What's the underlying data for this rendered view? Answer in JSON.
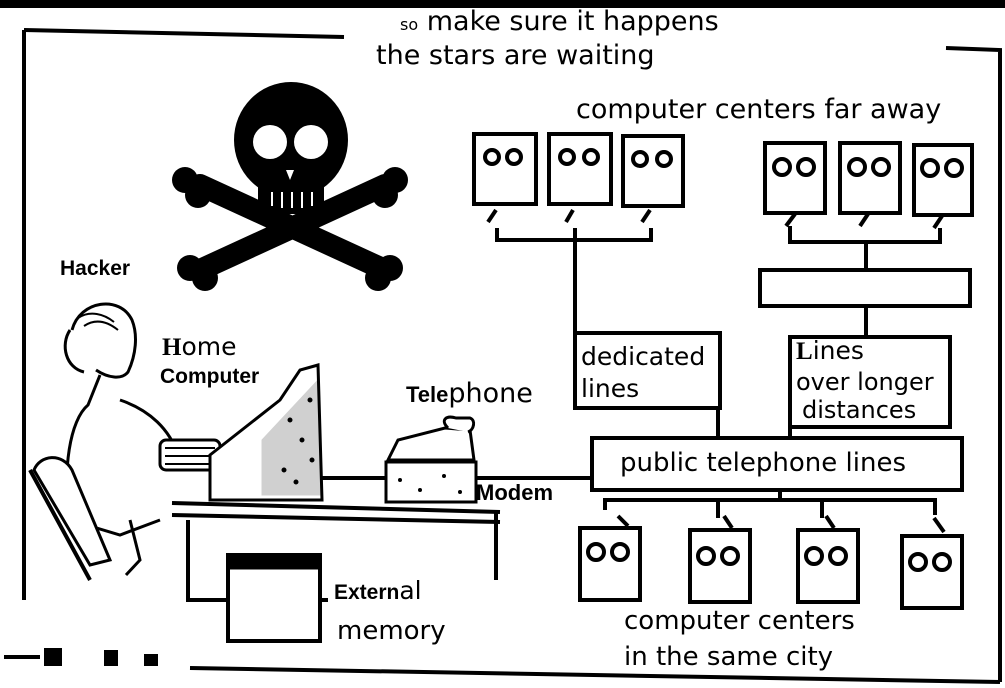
{
  "caption": {
    "line1_prefix": "so",
    "line1": "make sure it happens",
    "line2": "the stars are waiting"
  },
  "labels": {
    "far_away": "computer centers far away",
    "hacker": "Hacker",
    "home_prefix": "H",
    "home_rest": "ome",
    "home_computer": "Computer",
    "tele_prefix": "Tele",
    "tele_rest": "phone",
    "modem": "Modem",
    "dedicated_1": "dedicated",
    "dedicated_2": "lines",
    "longer_prefix": "L",
    "longer_1": "ines",
    "longer_2": "over longer",
    "longer_3": "distances",
    "public_lines": "public telephone lines",
    "external_prefix": "Extern",
    "external_rest": "al",
    "external_2": "memory",
    "same_city_1": "computer centers",
    "same_city_2": "in the same city"
  },
  "icons": [
    "skull-and-crossbones-icon",
    "hacker-figure",
    "home-computer",
    "telephone",
    "modem",
    "external-memory",
    "computer-terminal-icon"
  ],
  "colors": {
    "ink": "#000000",
    "paper": "#ffffff"
  }
}
